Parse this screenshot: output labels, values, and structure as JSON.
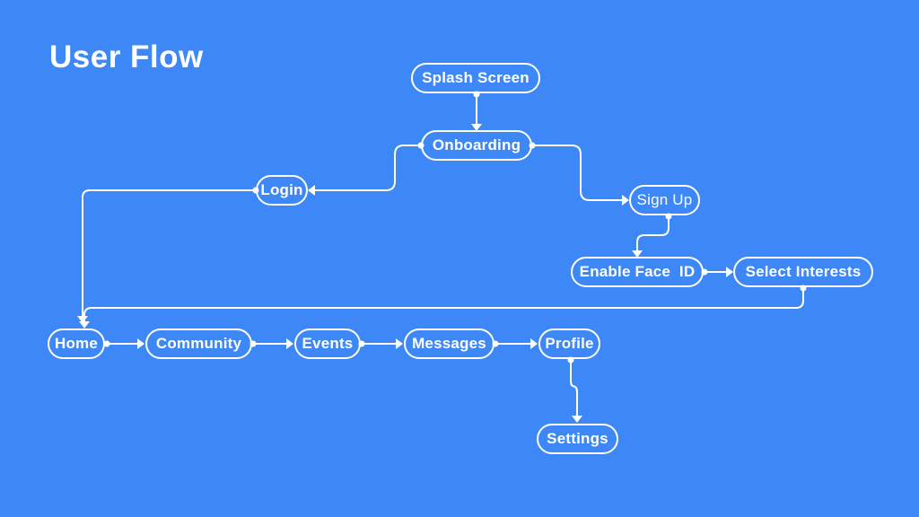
{
  "title": "User Flow",
  "colors": {
    "background": "#3d88f6",
    "stroke": "#ffffff",
    "text": "#ffffff"
  },
  "nodes": {
    "splash_screen": {
      "label": "Splash Screen"
    },
    "onboarding": {
      "label": "Onboarding"
    },
    "login": {
      "label": "Login"
    },
    "sign_up": {
      "label": "Sign Up"
    },
    "enable_face_id": {
      "label": "Enable Face  ID"
    },
    "select_interests": {
      "label": "Select Interests"
    },
    "home": {
      "label": "Home"
    },
    "community": {
      "label": "Community"
    },
    "events": {
      "label": "Events"
    },
    "messages": {
      "label": "Messages"
    },
    "profile": {
      "label": "Profile"
    },
    "settings": {
      "label": "Settings"
    }
  },
  "edges": [
    {
      "from": "Splash Screen",
      "to": "Onboarding"
    },
    {
      "from": "Onboarding",
      "to": "Login"
    },
    {
      "from": "Onboarding",
      "to": "Sign Up"
    },
    {
      "from": "Sign Up",
      "to": "Enable Face  ID"
    },
    {
      "from": "Enable Face  ID",
      "to": "Select Interests"
    },
    {
      "from": "Select Interests",
      "to": "Home"
    },
    {
      "from": "Login",
      "to": "Home"
    },
    {
      "from": "Home",
      "to": "Community"
    },
    {
      "from": "Community",
      "to": "Events"
    },
    {
      "from": "Events",
      "to": "Messages"
    },
    {
      "from": "Messages",
      "to": "Profile"
    },
    {
      "from": "Profile",
      "to": "Settings"
    }
  ]
}
